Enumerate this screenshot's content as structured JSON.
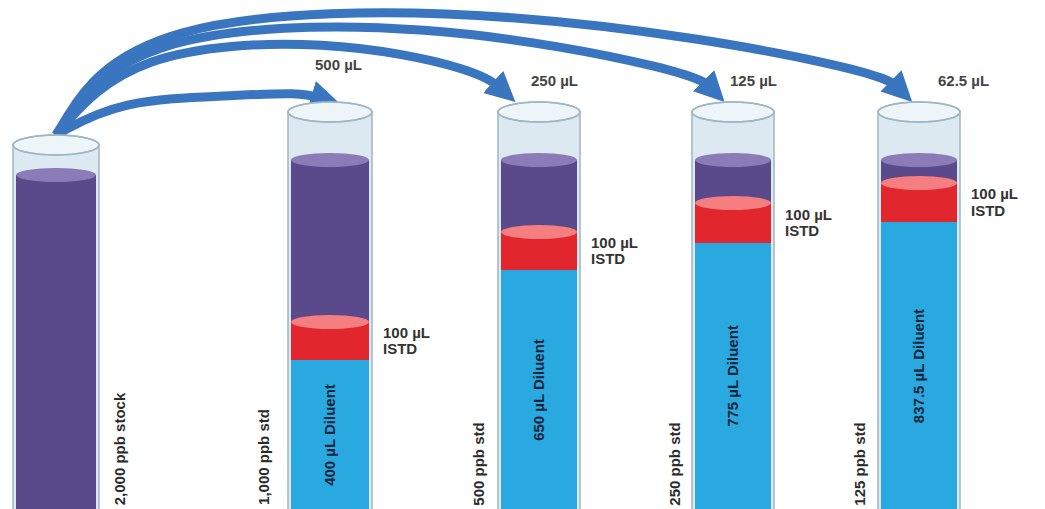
{
  "diagram": {
    "nodes": [
      {
        "text": [
          "2,000 ppb stock"
        ]
      },
      {
        "text": [
          "1,000 ppb std",
          "100 µL ISTD",
          "400 µL Diluent"
        ]
      },
      {
        "text": [
          "500 ppb std",
          "100 µL ISTD",
          "650 µL Diluent"
        ]
      },
      {
        "text": [
          "250 ppb std",
          "100 µL ISTD",
          "775 µL Diluent"
        ]
      },
      {
        "text": [
          "125 ppb std",
          "100 µL ISTD",
          "837.5 µL Diluent"
        ]
      }
    ],
    "edges": [
      {
        "from": 0,
        "to": 1,
        "arrow": "to",
        "label": "500 µL"
      },
      {
        "from": 0,
        "to": 2,
        "arrow": "to",
        "label": "250 µL"
      },
      {
        "from": 0,
        "to": 3,
        "arrow": "to",
        "label": "125 µL"
      },
      {
        "from": 0,
        "to": 4,
        "arrow": "to",
        "label": "62.5 µL"
      }
    ]
  }
}
